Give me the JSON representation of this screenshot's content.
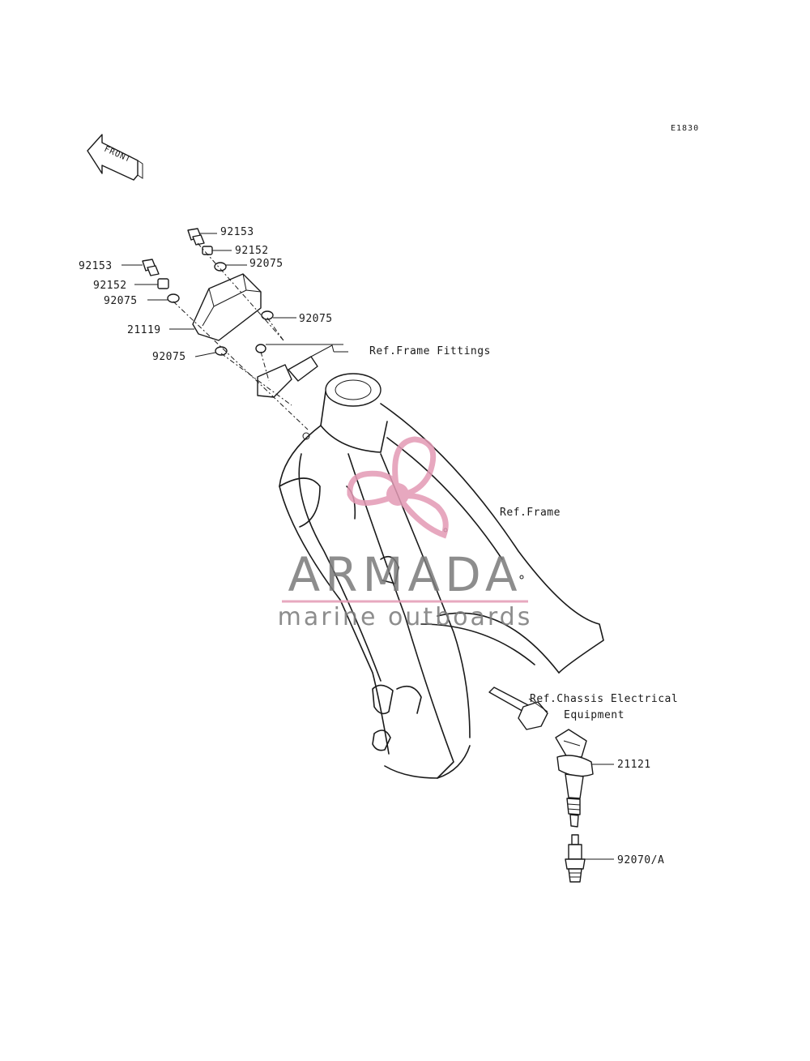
{
  "diagram": {
    "code": "E1830",
    "front_arrow": "FRONT",
    "labels": {
      "bolt_upper": "92153",
      "collar_upper": "92152",
      "damper_upper": "92075",
      "bolt_left": "92153",
      "collar_left": "92152",
      "damper_left": "92075",
      "damper_right": "92075",
      "bracket": "21119",
      "damper_lower": "92075",
      "ref_frame_fittings": "Ref.Frame Fittings",
      "ref_frame": "Ref.Frame",
      "ref_chassis_line1": "Ref.Chassis Electrical",
      "ref_chassis_line2": "Equipment",
      "ignition_coil": "21121",
      "spark_plug": "92070/A"
    }
  },
  "watermark": {
    "brand": "ARMADA",
    "tagline": "marine outboards",
    "color_gray": "#7a7a7a",
    "color_pink": "#e39ab5"
  }
}
